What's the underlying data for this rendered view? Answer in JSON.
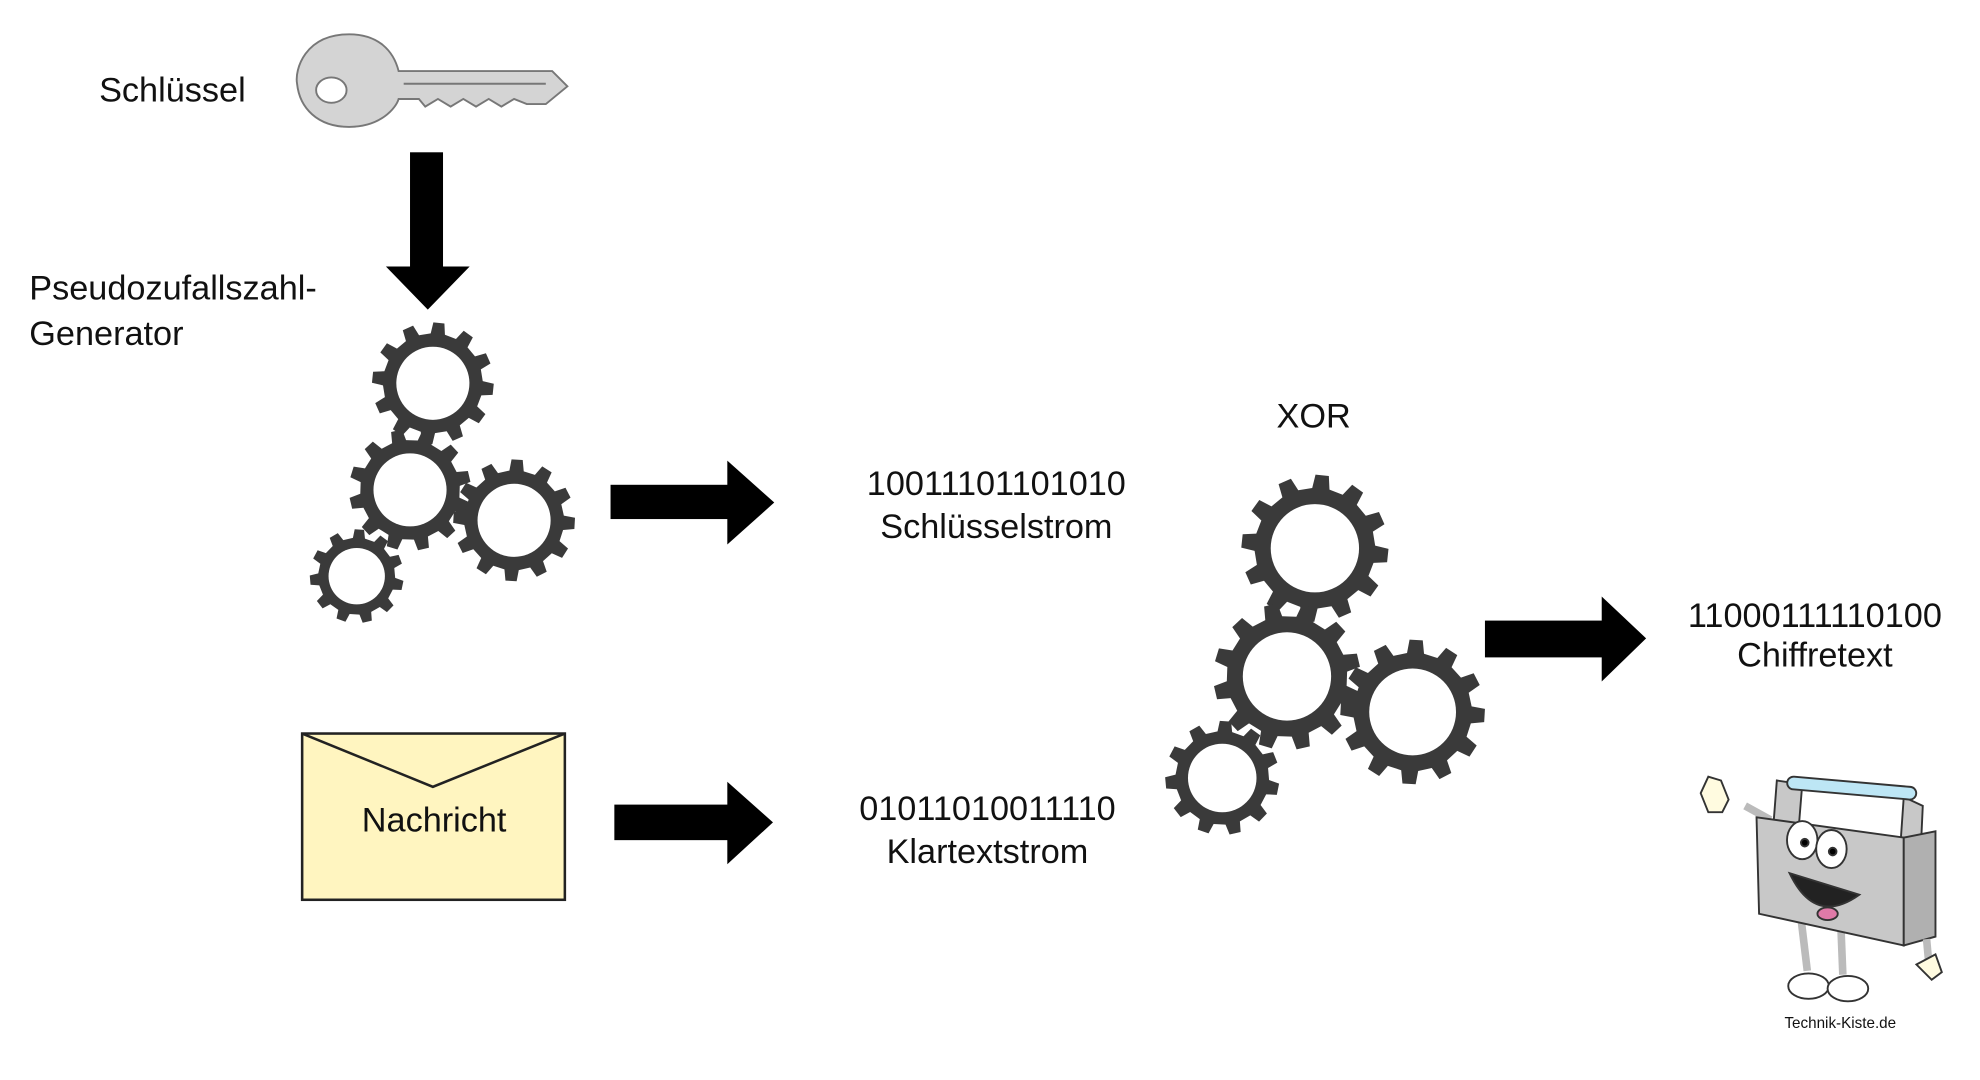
{
  "key": {
    "label": "Schlüssel"
  },
  "prng": {
    "label_line1": "Pseudozufallszahl-",
    "label_line2": "Generator"
  },
  "keystream": {
    "bits": "10011101101010",
    "label": "Schlüsselstrom"
  },
  "message": {
    "label": "Nachricht"
  },
  "plaintext_stream": {
    "bits": "01011010011110",
    "label": "Klartextstrom"
  },
  "xor": {
    "label": "XOR"
  },
  "ciphertext": {
    "bits": "11000111110100",
    "label": "Chiffretext"
  },
  "logo": {
    "text": "Technik-Kiste.de"
  },
  "colors": {
    "gear": "#3a3a3a",
    "envelope": "#fff5c0",
    "key": "#d4d4d4",
    "arrow": "#000000"
  }
}
